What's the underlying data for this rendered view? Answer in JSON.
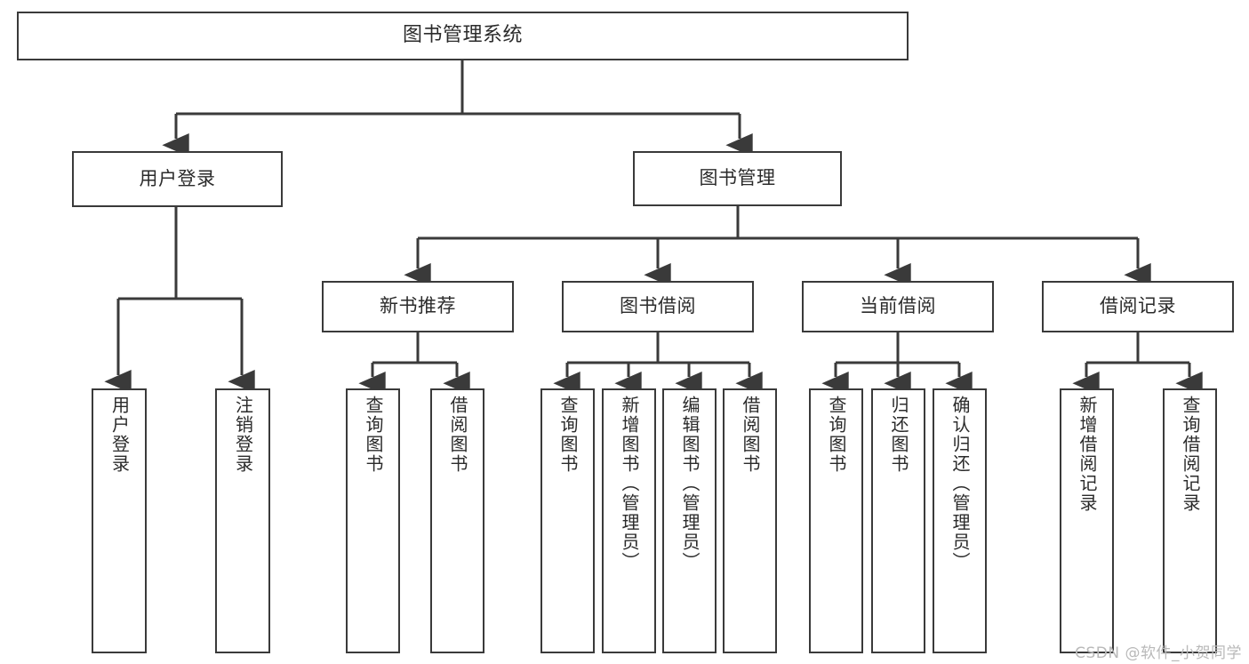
{
  "diagram": {
    "type": "tree",
    "title": "图书管理系统",
    "root": {
      "label": "图书管理系统"
    },
    "level1": [
      {
        "label": "用户登录"
      },
      {
        "label": "图书管理"
      }
    ],
    "level2": [
      {
        "label": "新书推荐"
      },
      {
        "label": "图书借阅"
      },
      {
        "label": "当前借阅"
      },
      {
        "label": "借阅记录"
      }
    ],
    "leaves": {
      "user_login": [
        {
          "label": "用户登录"
        },
        {
          "label": "注销登录"
        }
      ],
      "new_book_recommend": [
        {
          "label": "查询图书"
        },
        {
          "label": "借阅图书"
        }
      ],
      "book_borrow": [
        {
          "label": "查询图书"
        },
        {
          "label": "新增图书（管理员）"
        },
        {
          "label": "编辑图书（管理员）"
        },
        {
          "label": "借阅图书"
        }
      ],
      "current_borrow": [
        {
          "label": "查询图书"
        },
        {
          "label": "归还图书"
        },
        {
          "label": "确认归还（管理员）"
        }
      ],
      "borrow_record": [
        {
          "label": "新增借阅记录"
        },
        {
          "label": "查询借阅记录"
        }
      ]
    }
  },
  "watermark": {
    "text": "CSDN @软件_小贺同学"
  },
  "colors": {
    "stroke": "#3a3a3a",
    "background": "#ffffff",
    "text": "#2b2b2b",
    "watermark": "#b9b9b9"
  }
}
